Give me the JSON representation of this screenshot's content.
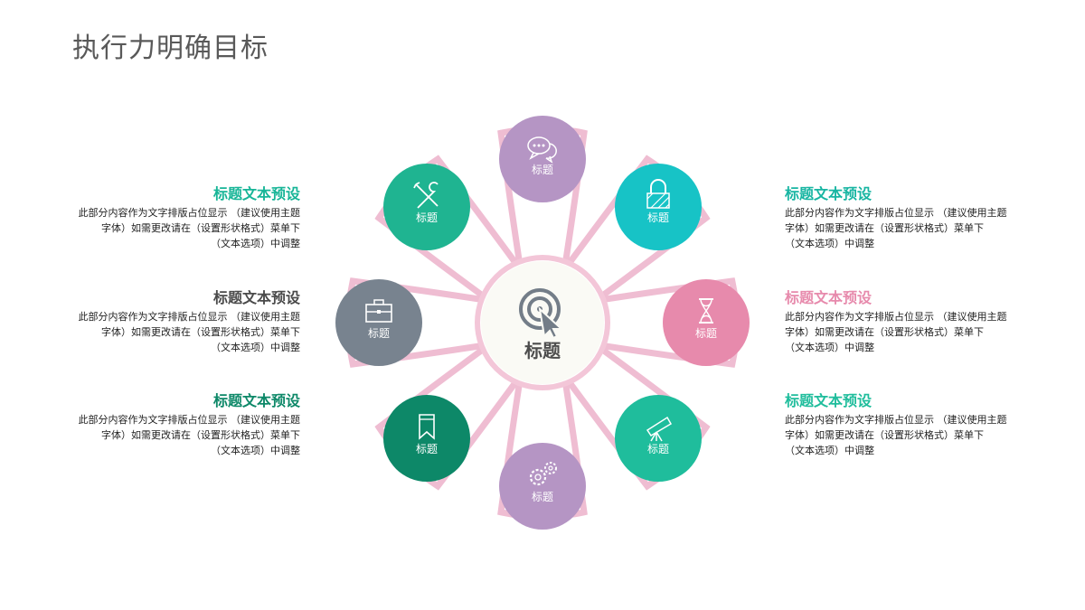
{
  "page": {
    "title": "执行力明确目标"
  },
  "center": {
    "label": "标题",
    "icon": "target-cursor-icon"
  },
  "petals": [
    {
      "id": "top",
      "label": "标题",
      "icon": "chat-bubbles-icon",
      "color": "#b595c4"
    },
    {
      "id": "top-right",
      "label": "标题",
      "icon": "lock-icon",
      "color": "#17c3c6"
    },
    {
      "id": "right",
      "label": "标题",
      "icon": "hourglass-icon",
      "color": "#e78aac"
    },
    {
      "id": "bottom-right",
      "label": "标题",
      "icon": "telescope-icon",
      "color": "#1fbd9c"
    },
    {
      "id": "bottom",
      "label": "标题",
      "icon": "gears-icon",
      "color": "#b595c4"
    },
    {
      "id": "bottom-left",
      "label": "标题",
      "icon": "bookmark-icon",
      "color": "#0d8868"
    },
    {
      "id": "left",
      "label": "标题",
      "icon": "briefcase-icon",
      "color": "#78838f"
    },
    {
      "id": "top-left",
      "label": "标题",
      "icon": "tools-icon",
      "color": "#1fb491"
    }
  ],
  "left_blocks": [
    {
      "title": "标题文本预设",
      "color": "#17b597",
      "lines": [
        "此部分内容作为文字排版占位显示 （建议使用主题",
        "字体）如需更改请在（设置形状格式）菜单下",
        "（文本选项）中调整"
      ]
    },
    {
      "title": "标题文本预设",
      "color": "#4a4a4a",
      "lines": [
        "此部分内容作为文字排版占位显示 （建议使用主题",
        "字体）如需更改请在（设置形状格式）菜单下",
        "（文本选项）中调整"
      ]
    },
    {
      "title": "标题文本预设",
      "color": "#0d8868",
      "lines": [
        "此部分内容作为文字排版占位显示 （建议使用主题",
        "字体）如需更改请在（设置形状格式）菜单下",
        "（文本选项）中调整"
      ]
    }
  ],
  "right_blocks": [
    {
      "title": "标题文本预设",
      "color": "#17b5a2",
      "lines": [
        "此部分内容作为文字排版占位显示 （建议使用主题",
        "字体）如需更改请在（设置形状格式）菜单下",
        "（文本选项）中调整"
      ]
    },
    {
      "title": "标题文本预设",
      "color": "#e78aac",
      "lines": [
        "此部分内容作为文字排版占位显示 （建议使用主题",
        "字体）如需更改请在（设置形状格式）菜单下",
        "（文本选项）中调整"
      ]
    },
    {
      "title": "标题文本预设",
      "color": "#1fbd9c",
      "lines": [
        "此部分内容作为文字排版占位显示 （建议使用主题",
        "字体）如需更改请在（设置形状格式）菜单下",
        "（文本选项）中调整"
      ]
    }
  ],
  "colors": {
    "petal_stroke": "#efbdd2",
    "center_fill": "#fafaf5",
    "center_ring": "#f3c6d8",
    "center_icon": "#737d88"
  }
}
